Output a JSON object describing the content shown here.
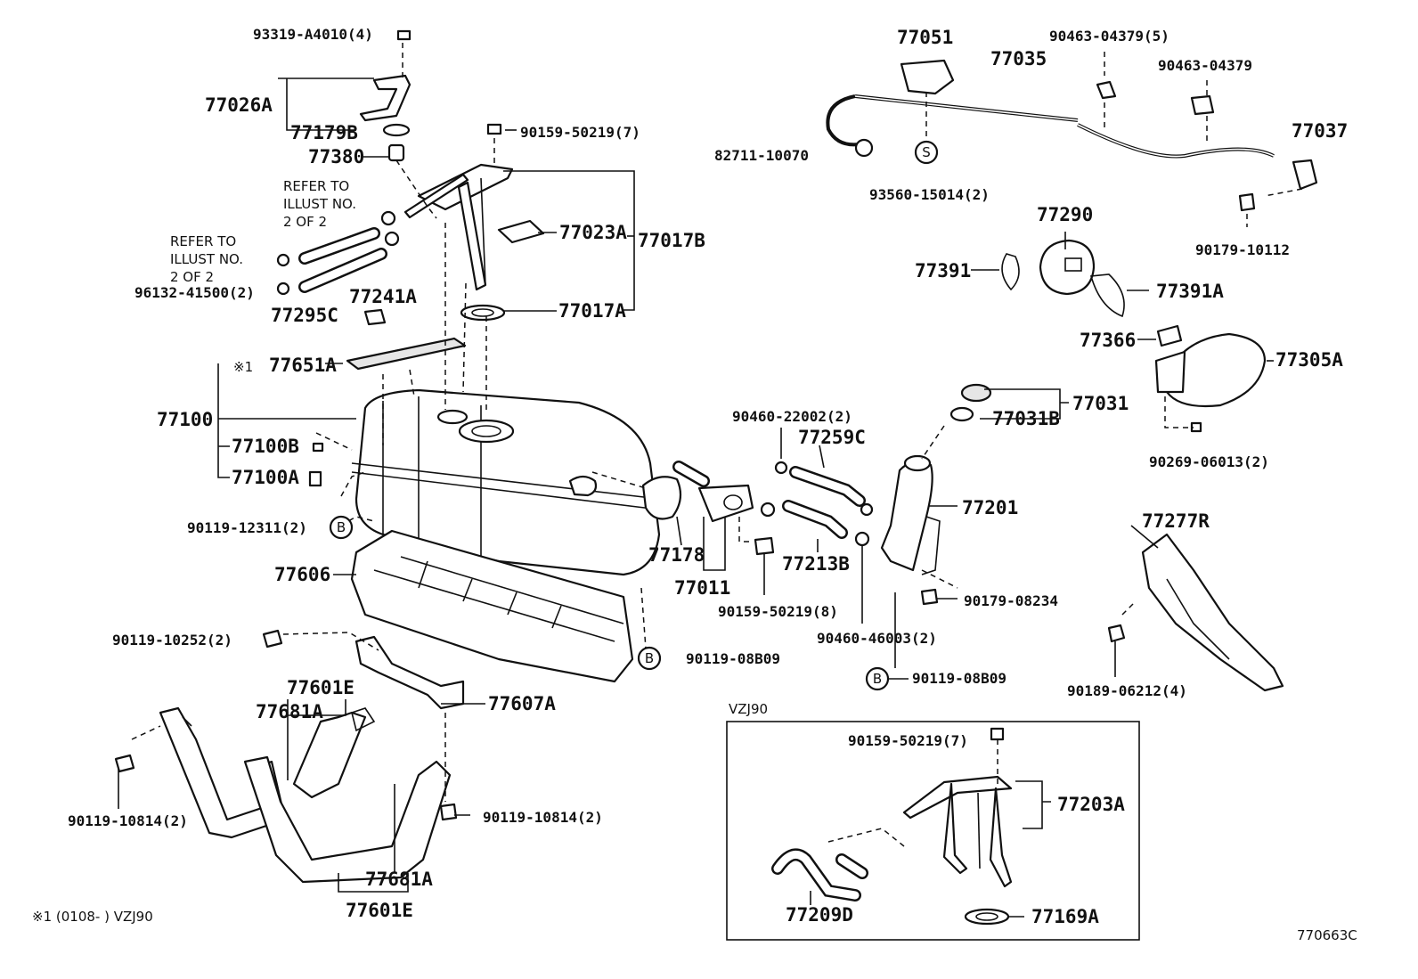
{
  "diagram_id": "770663C",
  "variant_box_label": "VZJ90",
  "footnote": "※1 (0108-   ) VZJ90",
  "labels": {
    "l_93319": "93319-A4010(4)",
    "l_77026A": "77026A",
    "l_77179B": "77179B",
    "l_77380": "77380",
    "l_90159a": "90159-50219(7)",
    "l_refer1a": "REFER TO",
    "l_refer1b": "ILLUST NO.",
    "l_refer1c": "2 OF 2",
    "l_refer2a": "REFER TO",
    "l_refer2b": "ILLUST NO.",
    "l_refer2c": "2 OF 2",
    "l_96132": "96132-41500(2)",
    "l_77241A": "77241A",
    "l_77023A": "77023A",
    "l_77017B": "77017B",
    "l_77295C": "77295C",
    "l_77017A": "77017A",
    "l_note1": "※1",
    "l_77651A": "77651A",
    "l_77100": "77100",
    "l_77100B": "77100B",
    "l_77100A": "77100A",
    "l_90119_12311": "90119-12311(2)",
    "l_77606": "77606",
    "l_90119_10252": "90119-10252(2)",
    "l_77601E_top": "77601E",
    "l_77681A_top": "77681A",
    "l_77607A": "77607A",
    "l_90119_08B09a": "90119-08B09",
    "l_90119_10814a": "90119-10814(2)",
    "l_90119_10814b": "90119-10814(2)",
    "l_77681A_bot": "77681A",
    "l_77601E_bot": "77601E",
    "l_77051": "77051",
    "l_77035": "77035",
    "l_90463_5": "90463-04379(5)",
    "l_90463": "90463-04379",
    "l_77037": "77037",
    "l_82711": "82711-10070",
    "l_93560": "93560-15014(2)",
    "l_90179_10112": "90179-10112",
    "l_77290": "77290",
    "l_77391": "77391",
    "l_77391A": "77391A",
    "l_77366": "77366",
    "l_77305A": "77305A",
    "l_77031": "77031",
    "l_77031B": "77031B",
    "l_90460_22002": "90460-22002(2)",
    "l_77259C": "77259C",
    "l_90269": "90269-06013(2)",
    "l_77201": "77201",
    "l_77277R": "77277R",
    "l_77178": "77178",
    "l_77011": "77011",
    "l_77213B": "77213B",
    "l_90159b": "90159-50219(8)",
    "l_90179_08234": "90179-08234",
    "l_90460_46003": "90460-46003(2)",
    "l_90189": "90189-06212(4)",
    "l_90119_08B09b": "90119-08B09",
    "l_90159c": "90159-50219(7)",
    "l_77203A": "77203A",
    "l_77209D": "77209D",
    "l_77169A": "77169A"
  },
  "markers": {
    "s": "S",
    "b1": "B",
    "b2": "B",
    "b3": "B"
  }
}
